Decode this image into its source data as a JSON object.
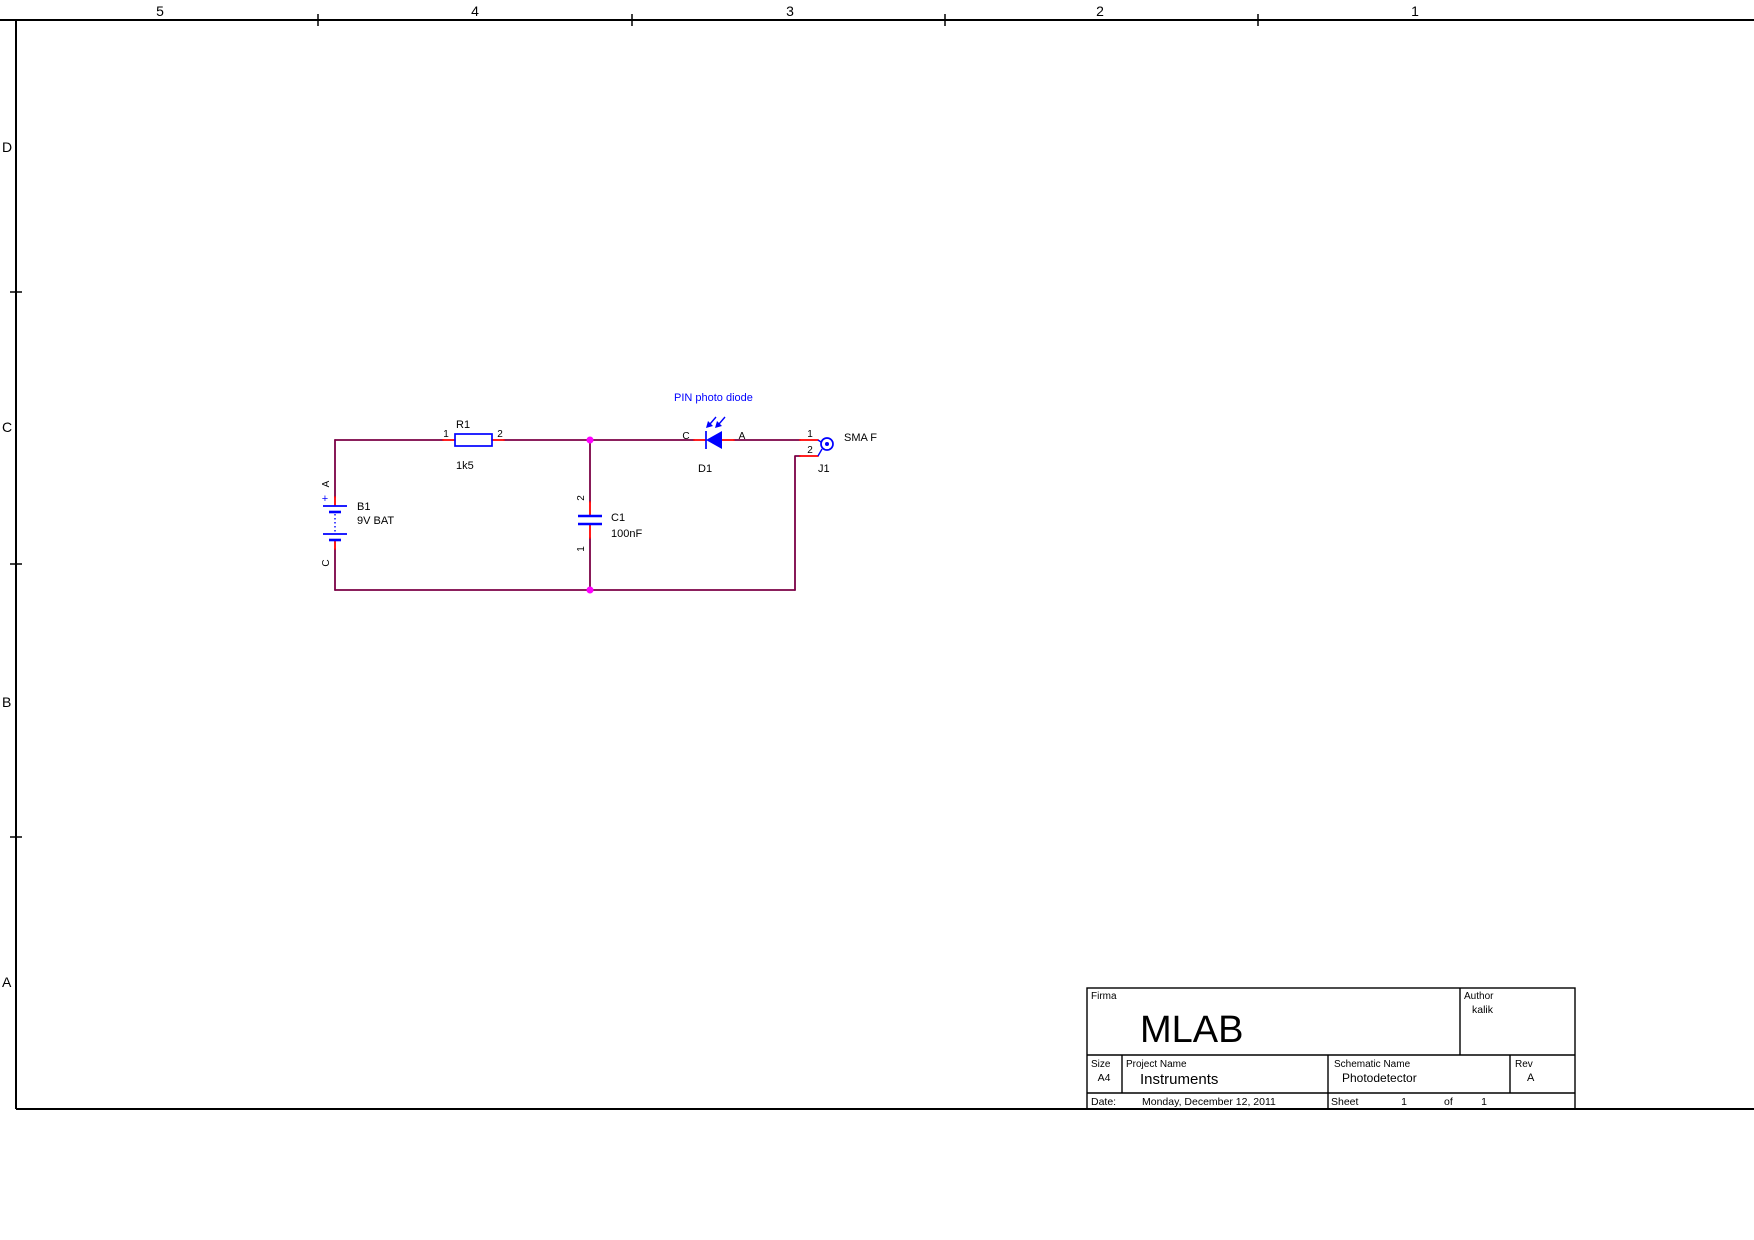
{
  "frame": {
    "columns": [
      "5",
      "4",
      "3",
      "2",
      "1"
    ],
    "rows": [
      "D",
      "C",
      "B",
      "A"
    ]
  },
  "schematic": {
    "note": "PIN photo diode",
    "battery": {
      "ref": "B1",
      "value": "9V BAT",
      "plus": "+",
      "pin_a": "A",
      "pin_c": "C"
    },
    "resistor": {
      "ref": "R1",
      "value": "1k5",
      "pin1": "1",
      "pin2": "2"
    },
    "capacitor": {
      "ref": "C1",
      "value": "100nF",
      "pin1": "1",
      "pin2": "2"
    },
    "diode": {
      "ref": "D1",
      "pin_c": "C",
      "pin_a": "A"
    },
    "connector": {
      "ref": "J1",
      "value": "SMA F",
      "pin1": "1",
      "pin2": "2"
    }
  },
  "titleblock": {
    "firma_label": "Firma",
    "firma": "MLAB",
    "author_label": "Author",
    "author": "kalik",
    "size_label": "Size",
    "size": "A4",
    "project_label": "Project Name",
    "project": "Instruments",
    "schematic_label": "Schematic Name",
    "schematic": "Photodetector",
    "rev_label": "Rev",
    "rev": "A",
    "date_label": "Date:",
    "date": "Monday, December 12, 2011",
    "sheet_label": "Sheet",
    "sheet_num": "1",
    "of_label": "of",
    "sheet_total": "1"
  },
  "colors": {
    "wire": "#7b0046",
    "pin": "#ff0000",
    "symbol": "#0000ff",
    "junction": "#ff00ff",
    "annotation": "#0000ff"
  }
}
